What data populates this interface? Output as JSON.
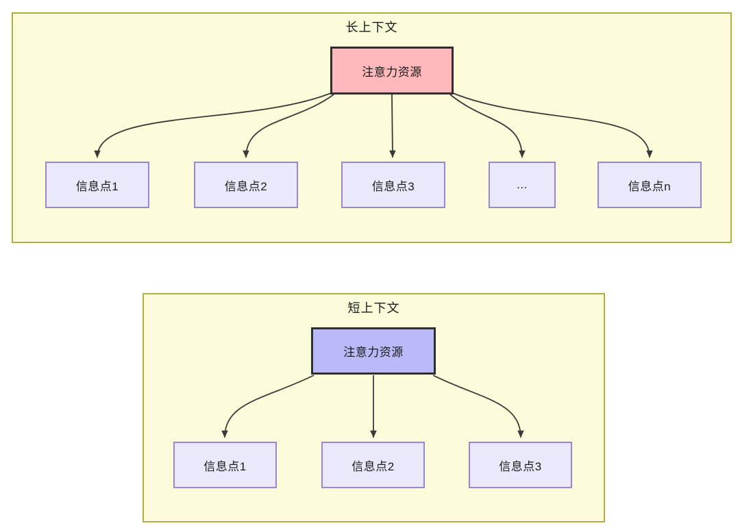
{
  "diagrams": [
    {
      "id": "long-context",
      "title": "长上下文",
      "attention": {
        "label": "注意力资源",
        "fill": "#FFB9BD"
      },
      "info_points": [
        "信息点1",
        "信息点2",
        "信息点3",
        "...",
        "信息点n"
      ]
    },
    {
      "id": "short-context",
      "title": "短上下文",
      "attention": {
        "label": "注意力资源",
        "fill": "#BABAF8"
      },
      "info_points": [
        "信息点1",
        "信息点2",
        "信息点3"
      ]
    }
  ],
  "colors": {
    "canvas_bg": "#ffffff",
    "container_fill": "#FCFCDA",
    "container_border": "#AFAF45",
    "attention_border": "#2F2F2F",
    "attention_fill_long": "#FFB9BD",
    "attention_fill_short": "#BABAF8",
    "info_fill": "#E9E9FB",
    "info_border": "#9887CE",
    "arrow": "#3A3A3A",
    "text": "#1A1A1A"
  }
}
